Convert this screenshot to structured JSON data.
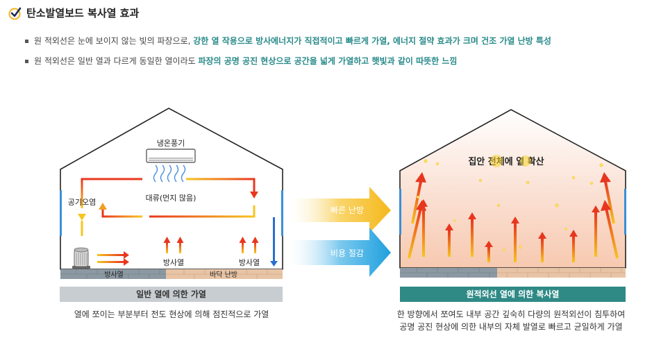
{
  "header": {
    "title": "탄소발열보드 복사열 효과",
    "bullets": [
      {
        "plain": "원 적외선은 눈에 보이지 않는 빛의 파장으로, ",
        "highlight": "강한 열 작용으로 방사에너지가 직접적이고 빠르게 가열, 에너지 절약 효과가 크며 건조 가열 난방 특성"
      },
      {
        "plain": "원 적외선은 일반 열과 다르게 동일한 열이라도 ",
        "highlight": "파장의 공명 공진 현상으로 공간을 넓게 가열하고 햇빛과 같이 따뜻한 느낌"
      }
    ]
  },
  "left_house": {
    "heater_label": "냉온풍기",
    "convection_label": "대류(먼지 많음)",
    "air_pollution_label": "공기오염",
    "radiant_label_1": "방사열",
    "radiant_label_2": "방사열",
    "floor_left_label": "방사열",
    "floor_right_label": "바닥 난방",
    "bar_label": "일반 열에 의한 가열",
    "caption": "열에 쪼이는 부분부터 전도 현상에 의해 점진적으로 가열"
  },
  "arrows": {
    "top_label": "빠른 난방",
    "bottom_label": "비용 절감"
  },
  "right_house": {
    "heading_pre": "집안 ",
    "heading_hl1": "전체",
    "heading_mid": "에 ",
    "heading_hl2": "열",
    "heading_post": " 확산",
    "bar_label": "원적외선 열에 의한 복사열",
    "caption_line1": "한 방향에서 쪼여도 내부 공간 깊숙히 다량의 원적외선이 침투하여",
    "caption_line2": "공명 공진 현상에 의한 내부의 자체 발열로 빠르고 균일하게 가열"
  },
  "colors": {
    "accent": "#2a8a8a",
    "left_bar": "#c8cdd2",
    "right_bar": "#2f8a86",
    "arrow_yellow": "#f5c22a",
    "arrow_blue": "#29a6e0"
  }
}
